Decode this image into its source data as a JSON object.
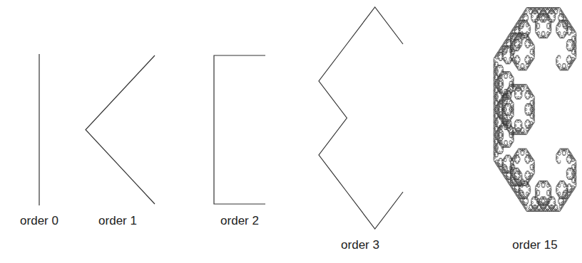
{
  "diagram": {
    "labels": [
      "order 0",
      "order 1",
      "order 2",
      "order 3",
      "order 15"
    ]
  }
}
